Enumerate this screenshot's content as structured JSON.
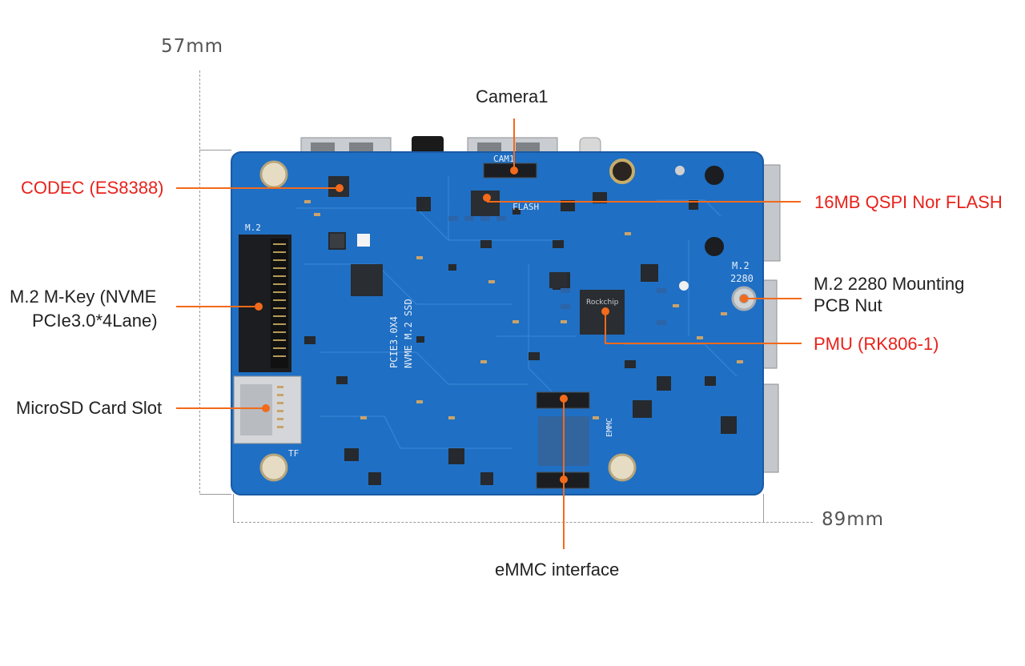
{
  "dimensions": {
    "height": "57mm",
    "width": "89mm"
  },
  "labels": {
    "camera": "Camera1",
    "codec": "CODEC (ES8388)",
    "flash": "16MB QSPI Nor FLASH",
    "m2_line1": "M.2 M-Key (NVME",
    "m2_line2": "PCIe3.0*4Lane)",
    "nut_line1": "M.2 2280 Mounting",
    "nut_line2": "PCB Nut",
    "pmu": "PMU (RK806-1)",
    "microsd": "MicroSD Card Slot",
    "emmc": "eMMC interface"
  },
  "board_silkscreen": {
    "cam": "CAM1",
    "flash": "FLASH",
    "m2": "M.2",
    "m2_size": "2280",
    "pcie": "PCIE3.0X4",
    "nvme": "NVME M.2 SSD",
    "emmc": "EMMC",
    "tf": "TF",
    "soc_brand": "Rockchip"
  },
  "colors": {
    "accent": "#f26a1b",
    "highlight_text": "#e8221b",
    "board": "#1f6fc4"
  }
}
